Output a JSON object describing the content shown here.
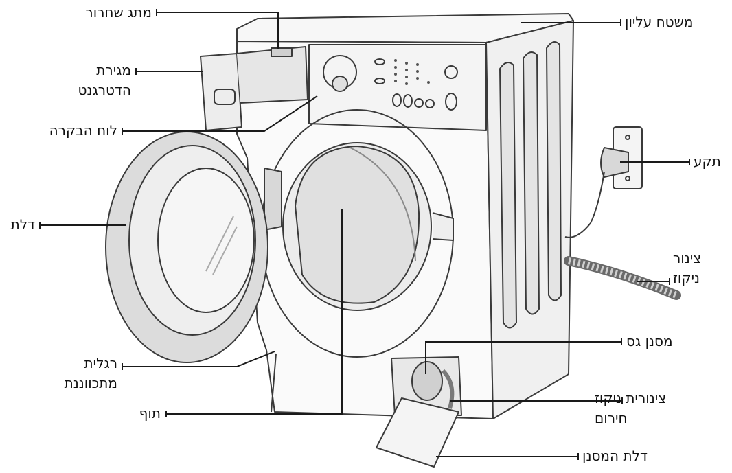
{
  "labels": {
    "release_lever": "מתג שחרור",
    "detergent_drawer": [
      "מגירת",
      "הדטרגנט"
    ],
    "control_panel": "לוח הבקרה",
    "door": "דלת",
    "adjustable_foot": [
      "רגלית",
      "מתכווננת"
    ],
    "drum": "תוף",
    "top_surface": "משטח עליון",
    "plug": "תקע",
    "drain_hose": [
      "צינור",
      "ניקוז"
    ],
    "coarse_filter": "מסנן גס",
    "emergency_drain_tube": [
      "צינורית ניקוז",
      "חירום"
    ],
    "filter_door": "דלת המסנן"
  },
  "colors": {
    "line": "#1a1a1a",
    "machine_stroke": "#3a3a3a",
    "body_fill": "#f2f2f2",
    "shade": "#dcdcdc"
  }
}
